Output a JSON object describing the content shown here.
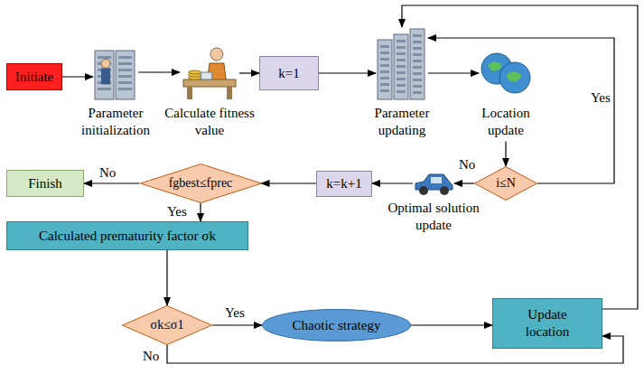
{
  "diagram": {
    "nodes": [
      {
        "text": [
          "Initiate"
        ]
      },
      {
        "text": [
          "Parameter initialization"
        ]
      },
      {
        "text": [
          "Calculate fitness value"
        ]
      },
      {
        "text": [
          "k=1"
        ]
      },
      {
        "text": [
          "Parameter updating"
        ]
      },
      {
        "text": [
          "Location update"
        ]
      },
      {
        "text": [
          "i≤N"
        ]
      },
      {
        "text": [
          "Optimal solution update"
        ]
      },
      {
        "text": [
          "k=k+1"
        ]
      },
      {
        "text": [
          "fgbest≤fprec"
        ]
      },
      {
        "text": [
          "Finish"
        ]
      },
      {
        "text": [
          "Calculated prematurity factor σk"
        ]
      },
      {
        "text": [
          "σk≤σ1"
        ]
      },
      {
        "text": [
          "Chaotic strategy"
        ]
      },
      {
        "text": [
          "Update location"
        ]
      }
    ],
    "edges": [
      {
        "from": 0,
        "to": 1,
        "arrow": "to"
      },
      {
        "from": 1,
        "to": 2,
        "arrow": "to"
      },
      {
        "from": 2,
        "to": 3,
        "arrow": "to"
      },
      {
        "from": 3,
        "to": 4,
        "arrow": "to"
      },
      {
        "from": 4,
        "to": 5,
        "arrow": "to"
      },
      {
        "from": 5,
        "to": 6,
        "arrow": "to"
      },
      {
        "from": 6,
        "to": 7,
        "label": "No",
        "arrow": "to"
      },
      {
        "from": 7,
        "to": 8,
        "arrow": "to"
      },
      {
        "from": 8,
        "to": 9,
        "arrow": "to"
      },
      {
        "from": 9,
        "to": 10,
        "label": "No",
        "arrow": "to"
      },
      {
        "from": 9,
        "to": 11,
        "label": "Yes",
        "arrow": "to"
      },
      {
        "from": 11,
        "to": 12,
        "arrow": "to"
      },
      {
        "from": 12,
        "to": 13,
        "label": "Yes",
        "arrow": "to"
      },
      {
        "from": 13,
        "to": 14,
        "arrow": "to"
      },
      {
        "from": 12,
        "to": 14,
        "label": "No",
        "arrow": "to"
      },
      {
        "from": 14,
        "to": 4,
        "arrow": "to"
      },
      {
        "from": 6,
        "to": 4,
        "label": "Yes",
        "arrow": "to"
      }
    ]
  }
}
